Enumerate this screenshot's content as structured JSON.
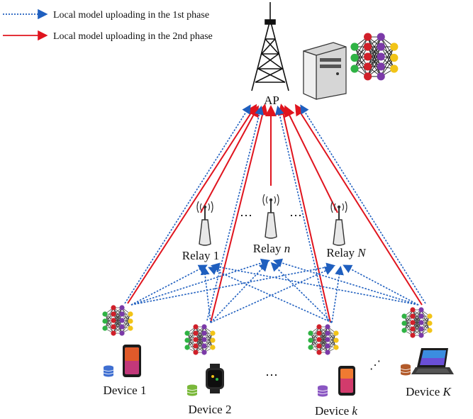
{
  "legend": {
    "phase1": "Local model uploading in the 1st phase",
    "phase2": "Local model uploading in the 2nd phase"
  },
  "ap": {
    "label": "AP"
  },
  "relays": [
    {
      "prefix": "Relay ",
      "index": "1"
    },
    {
      "prefix": "Relay ",
      "index": "n"
    },
    {
      "prefix": "Relay ",
      "index": "N"
    }
  ],
  "devices": [
    {
      "prefix": "Device ",
      "index": "1"
    },
    {
      "prefix": "Device ",
      "index": "2"
    },
    {
      "prefix": "Device ",
      "index": "k"
    },
    {
      "prefix": "Device ",
      "index": "K"
    }
  ],
  "ellipses": {
    "relays": "⋯",
    "relays2": "⋯",
    "devices": "⋯",
    "devices2": "⋰"
  },
  "colors": {
    "phase1_link": "#1f5fbf",
    "phase2_link": "#e0141e",
    "node_input": "#2fb344",
    "node_hidden1": "#d0202a",
    "node_hidden2": "#7b3aa8",
    "node_output": "#f2c417"
  }
}
